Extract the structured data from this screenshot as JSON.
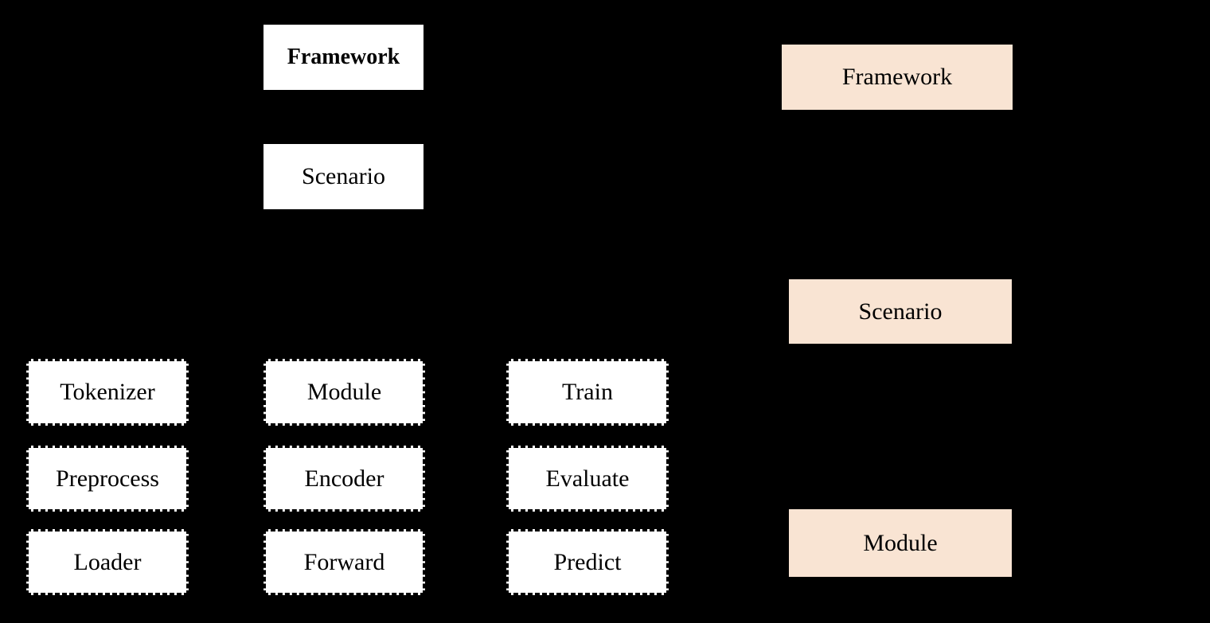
{
  "colors": {
    "background": "#000000",
    "solid_box_fill": "#ffffff",
    "highlight_box_fill": "#f9e4d3",
    "dashed_border": "#000000",
    "text": "#000000"
  },
  "left_hierarchy": {
    "framework_label": "Framework",
    "scenario_label": "Scenario",
    "module_columns": [
      [
        "Tokenizer",
        "Preprocess",
        "Loader"
      ],
      [
        "Module",
        "Encoder",
        "Forward"
      ],
      [
        "Train",
        "Evaluate",
        "Predict"
      ]
    ]
  },
  "right_hierarchy": {
    "framework_label": "Framework",
    "scenario_label": "Scenario",
    "module_label": "Module"
  }
}
